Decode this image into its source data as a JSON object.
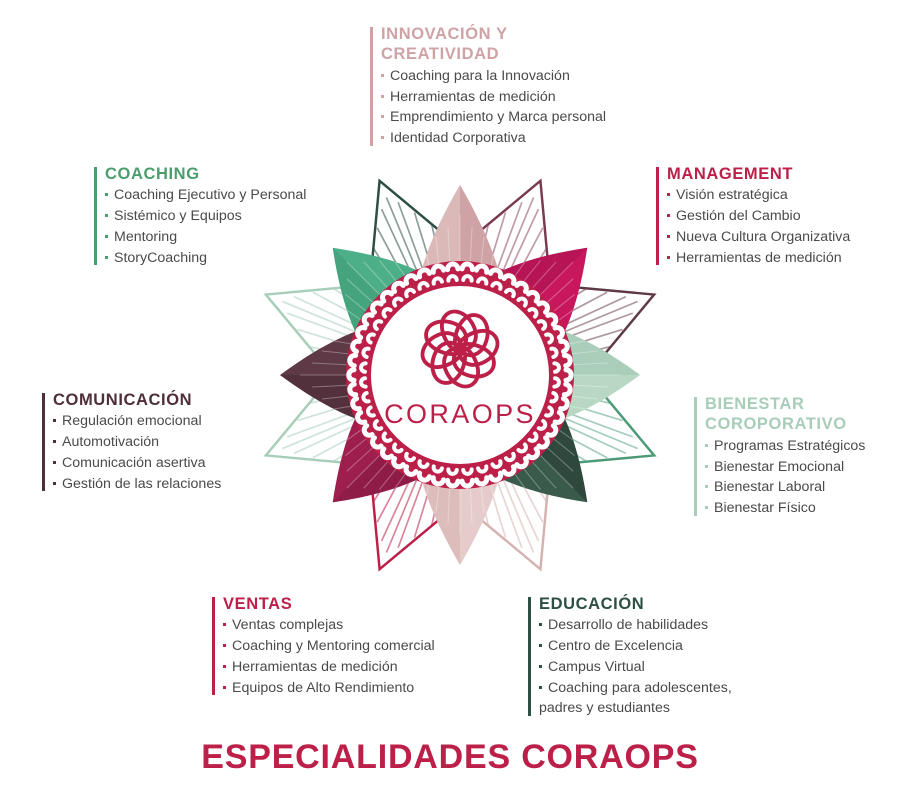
{
  "colors": {
    "crimson": "#bc2049",
    "magenta": "#c8175c",
    "deep_magenta": "#9e1f4e",
    "plum": "#5f3a46",
    "dark_plum": "#4e2f3a",
    "rose": "#cfa3a5",
    "pale_pink": "#ddbdbc",
    "green": "#4caf88",
    "sea_green": "#5aa883",
    "sage": "#a8cdb9",
    "sage_light": "#b9d8c4",
    "dark_green": "#2f4f42",
    "forest": "#3a5b4c",
    "body_text": "#4a4a4a"
  },
  "logo": {
    "wordmark": "CORAOPS",
    "mark_name": "coraops-flower-mark"
  },
  "footer": {
    "title": "ESPECIALIDADES CORAOPS"
  },
  "sections": [
    {
      "id": "innovacion",
      "title": "INNOVACIÓN Y\nCREATIVIDAD",
      "accent": "#cfa3a5",
      "items": [
        "Coaching para la Innovación",
        "Herramientas de medición",
        "Emprendimiento y Marca personal",
        "Identidad Corporativa"
      ]
    },
    {
      "id": "coaching",
      "title": "COACHING",
      "accent": "#4b9d6e",
      "items": [
        "Coaching Ejecutivo y Personal",
        "Sistémico y Equipos",
        "Mentoring",
        "StoryCoaching"
      ]
    },
    {
      "id": "management",
      "title": "MANAGEMENT",
      "accent": "#bc2049",
      "items": [
        "Visión estratégica",
        "Gestión del Cambio",
        "Nueva Cultura Organizativa",
        "Herramientas de medición"
      ]
    },
    {
      "id": "comunicacion",
      "title": "COMUNICACIÓN",
      "accent": "#4e2f3a",
      "items": [
        "Regulación emocional",
        "Automotivación",
        "Comunicación asertiva",
        "Gestión de las relaciones"
      ]
    },
    {
      "id": "bienestar",
      "title": "BIENESTAR\nCOROPORATIVO",
      "accent": "#a8cdb9",
      "items": [
        "Programas Estratégicos",
        "Bienestar Emocional",
        "Bienestar Laboral",
        "Bienestar Físico"
      ]
    },
    {
      "id": "ventas",
      "title": "VENTAS",
      "accent": "#bc2049",
      "items": [
        "Ventas complejas",
        "Coaching y Mentoring comercial",
        "Herramientas de medición",
        "Equipos de Alto Rendimiento"
      ]
    },
    {
      "id": "educacion",
      "title": "EDUCACIÓN",
      "accent": "#2f4f42",
      "items": [
        "Desarrollo de habilidades",
        "Centro de Excelencia",
        "Campus Virtual",
        "Coaching para adolescentes,",
        "padres y estudiantes"
      ],
      "continuation_index": 4
    }
  ]
}
